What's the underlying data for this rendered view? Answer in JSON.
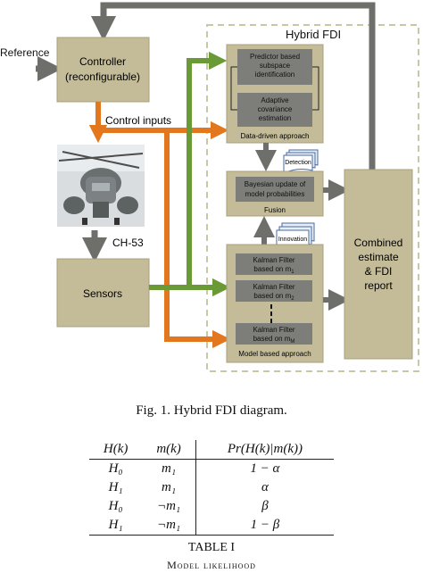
{
  "diagram": {
    "hybrid_label": "Hybrid FDI",
    "reference_label": "Reference",
    "controller": {
      "line1": "Controller",
      "line2": "(reconfigurable)"
    },
    "control_inputs_label": "Control inputs",
    "helicopter_label": "CH-53",
    "sensors_label": "Sensors",
    "data_driven": {
      "predictor": [
        "Predictor based",
        "subspace",
        "identification"
      ],
      "adaptive": [
        "Adaptive",
        "covariance",
        "estimation"
      ],
      "title": "Data-driven approach"
    },
    "detection_label": "Detection",
    "fusion": {
      "line1": "Bayesian update of",
      "line2": "model probabilities",
      "title": "Fusion"
    },
    "innovation_label": "Innovation",
    "model_based": {
      "filters": [
        {
          "line1": "Kalman Filter",
          "line2": "based on m",
          "sub": "1"
        },
        {
          "line1": "Kalman Filter",
          "line2": "based on m",
          "sub": "2"
        },
        {
          "line1": "Kalman Filter",
          "line2": "based on m",
          "sub": "M"
        }
      ],
      "title": "Model based approach"
    },
    "combined": [
      "Combined",
      "estimate",
      "& FDI",
      "report"
    ]
  },
  "figure_caption": "Fig. 1.    Hybrid FDI diagram.",
  "table": {
    "headers": [
      "H(k)",
      "m(k)",
      "Pr(H(k)|m(k))"
    ],
    "rows": [
      [
        "H₀",
        "m₁",
        "1 − α"
      ],
      [
        "H₁",
        "m₁",
        "α"
      ],
      [
        "H₀",
        "¬m₁",
        "β"
      ],
      [
        "H₁",
        "¬m₁",
        "1 − β"
      ]
    ],
    "name": "TABLE I",
    "title": "Model likelihood"
  },
  "colors": {
    "box": "#c4bc98",
    "box_border": "#a7a07c",
    "inner": "#7d7d79",
    "arrow_gray": "#6e6e6a",
    "arrow_orange": "#e2771e",
    "arrow_green": "#6a9a35",
    "dashed": "#c9c8a4"
  }
}
